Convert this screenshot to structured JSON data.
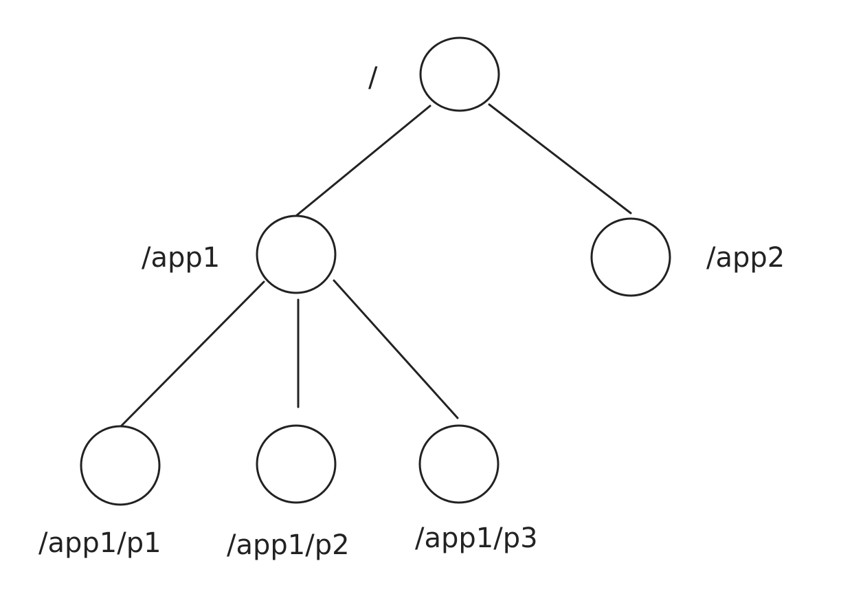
{
  "diagram": {
    "type": "tree",
    "colors": {
      "stroke": "#222222",
      "node_fill": "#ffffff",
      "text": "#222222",
      "background": "#ffffff"
    },
    "nodes": [
      {
        "id": "root",
        "label": "/",
        "parent": null
      },
      {
        "id": "app1",
        "label": "/app1",
        "parent": "root"
      },
      {
        "id": "app2",
        "label": "/app2",
        "parent": "root"
      },
      {
        "id": "p1",
        "label": "/app1/p1",
        "parent": "app1"
      },
      {
        "id": "p2",
        "label": "/app1/p2",
        "parent": "app1"
      },
      {
        "id": "p3",
        "label": "/app1/p3",
        "parent": "app1"
      }
    ],
    "edges": [
      {
        "from": "root",
        "to": "app1"
      },
      {
        "from": "root",
        "to": "app2"
      },
      {
        "from": "app1",
        "to": "p1"
      },
      {
        "from": "app1",
        "to": "p2"
      },
      {
        "from": "app1",
        "to": "p3"
      }
    ]
  }
}
